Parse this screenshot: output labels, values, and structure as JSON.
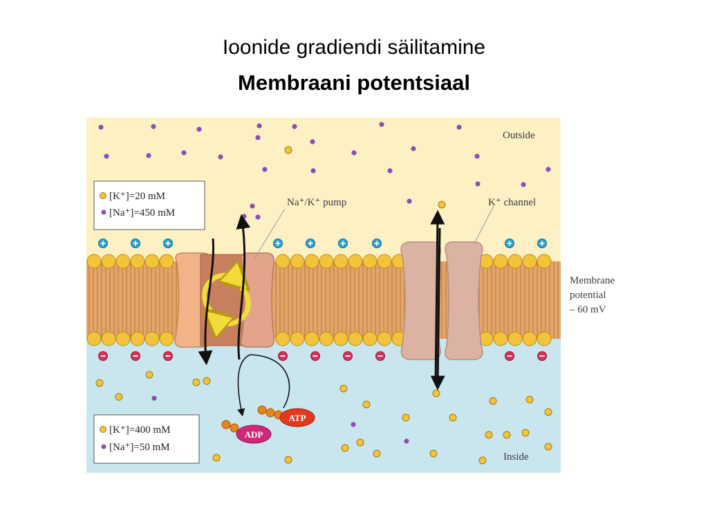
{
  "slide": {
    "title_line1": "Ioonide gradiendi säilitamine",
    "title_line2": "Membraani potentsiaal"
  },
  "diagram": {
    "outside_label": "Outside",
    "inside_label": "Inside",
    "outside_conc": {
      "k": "[K⁺]=20 mM",
      "na": "[Na⁺]=450 mM"
    },
    "inside_conc": {
      "k": "[K⁺]=400 mM",
      "na": "[Na⁺]=50 mM"
    },
    "pump_label": "Na⁺/K⁺ pump",
    "channel_label": "K⁺ channel",
    "potential_label": [
      "Membrane",
      "potential",
      "– 60 mV"
    ],
    "atp_label": "ATP",
    "adp_label": "ADP",
    "colors": {
      "outside_bg": "#fdf1c4",
      "inside_bg": "#c9e6ee",
      "membrane": "#e0a86a",
      "lipid_head": "#f3c33b",
      "k_ion": "#f3c33b",
      "na_ion": "#8a4fb4",
      "plus_charge": "#2a9fd0",
      "minus_charge": "#d8325a",
      "pump": "#f1b387",
      "channel": "#dcb3a2",
      "atp": "#e23a1e",
      "adp": "#d02878"
    }
  }
}
